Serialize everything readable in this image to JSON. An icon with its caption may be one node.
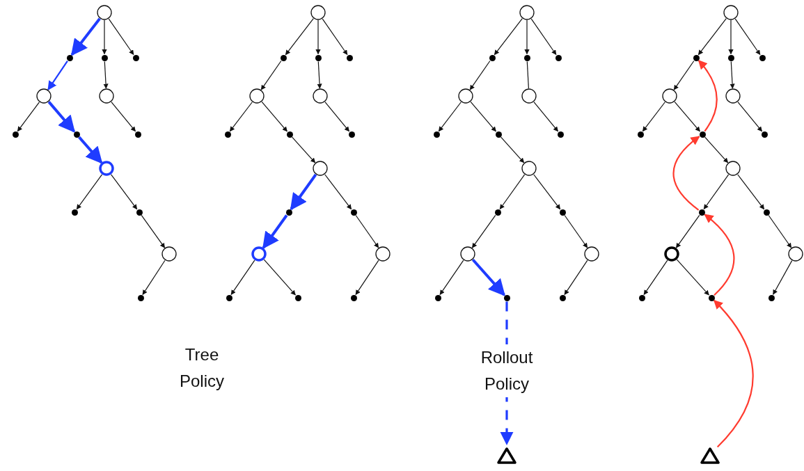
{
  "diagram": {
    "nodes": [
      {
        "text": [],
        "shape": "circle"
      },
      {
        "text": [],
        "shape": "dot"
      },
      {
        "text": [],
        "shape": "dot"
      },
      {
        "text": [],
        "shape": "dot"
      },
      {
        "text": [],
        "shape": "circle"
      },
      {
        "text": [],
        "shape": "circle"
      },
      {
        "text": [],
        "shape": "dot"
      },
      {
        "text": [],
        "shape": "dot"
      },
      {
        "text": [],
        "shape": "dot"
      },
      {
        "text": [],
        "shape": "circle"
      },
      {
        "text": [],
        "shape": "dot"
      },
      {
        "text": [],
        "shape": "dot"
      },
      {
        "text": [],
        "shape": "circle"
      },
      {
        "text": [],
        "shape": "dot"
      },
      {
        "text": [],
        "shape": "circle"
      },
      {
        "text": [],
        "shape": "dot"
      },
      {
        "text": [],
        "shape": "dot"
      },
      {
        "text": [],
        "shape": "dot"
      },
      {
        "text": [],
        "shape": "circle"
      },
      {
        "text": [],
        "shape": "circle"
      },
      {
        "text": [],
        "shape": "dot"
      },
      {
        "text": [],
        "shape": "dot"
      },
      {
        "text": [],
        "shape": "dot"
      },
      {
        "text": [],
        "shape": "circle"
      },
      {
        "text": [],
        "shape": "dot"
      },
      {
        "text": [],
        "shape": "dot"
      },
      {
        "text": [],
        "shape": "circle"
      },
      {
        "text": [],
        "shape": "circle"
      },
      {
        "text": [],
        "shape": "dot"
      },
      {
        "text": [],
        "shape": "dot"
      },
      {
        "text": [],
        "shape": "dot"
      },
      {
        "text": [],
        "shape": "circle"
      },
      {
        "text": [],
        "shape": "dot"
      },
      {
        "text": [],
        "shape": "dot"
      },
      {
        "text": [],
        "shape": "dot"
      },
      {
        "text": [],
        "shape": "circle"
      },
      {
        "text": [],
        "shape": "circle"
      },
      {
        "text": [],
        "shape": "dot"
      },
      {
        "text": [],
        "shape": "dot"
      },
      {
        "text": [],
        "shape": "dot"
      },
      {
        "text": [],
        "shape": "circle"
      },
      {
        "text": [],
        "shape": "dot"
      },
      {
        "text": [],
        "shape": "dot"
      },
      {
        "text": [],
        "shape": "circle"
      },
      {
        "text": [],
        "shape": "circle"
      },
      {
        "text": [],
        "shape": "dot"
      },
      {
        "text": [],
        "shape": "dot"
      },
      {
        "text": [],
        "shape": "dot"
      },
      {
        "text": [],
        "shape": "triangle"
      },
      {
        "text": [],
        "shape": "circle"
      },
      {
        "text": [],
        "shape": "dot"
      },
      {
        "text": [],
        "shape": "dot"
      },
      {
        "text": [],
        "shape": "dot"
      },
      {
        "text": [],
        "shape": "circle"
      },
      {
        "text": [],
        "shape": "circle"
      },
      {
        "text": [],
        "shape": "dot"
      },
      {
        "text": [],
        "shape": "dot"
      },
      {
        "text": [],
        "shape": "dot"
      },
      {
        "text": [],
        "shape": "circle"
      },
      {
        "text": [],
        "shape": "dot"
      },
      {
        "text": [],
        "shape": "dot"
      },
      {
        "text": [],
        "shape": "circle"
      },
      {
        "text": [],
        "shape": "circle"
      },
      {
        "text": [],
        "shape": "dot"
      },
      {
        "text": [],
        "shape": "dot"
      },
      {
        "text": [],
        "shape": "dot"
      },
      {
        "text": [],
        "shape": "triangle"
      }
    ],
    "edges": [
      {
        "from": 0,
        "to": 1,
        "arrow": "to",
        "style": "thick",
        "color": "#1f3cff"
      },
      {
        "from": 0,
        "to": 2,
        "arrow": "to"
      },
      {
        "from": 0,
        "to": 3,
        "arrow": "to"
      },
      {
        "from": 1,
        "to": 4,
        "arrow": "to",
        "color": "#1f3cff"
      },
      {
        "from": 2,
        "to": 5,
        "arrow": "to"
      },
      {
        "from": 4,
        "to": 6,
        "arrow": "to"
      },
      {
        "from": 4,
        "to": 7,
        "arrow": "to",
        "style": "thick",
        "color": "#1f3cff"
      },
      {
        "from": 5,
        "to": 8,
        "arrow": "to"
      },
      {
        "from": 7,
        "to": 9,
        "arrow": "to",
        "style": "thick",
        "color": "#1f3cff"
      },
      {
        "from": 9,
        "to": 10,
        "arrow": "to"
      },
      {
        "from": 9,
        "to": 11,
        "arrow": "to"
      },
      {
        "from": 11,
        "to": 12,
        "arrow": "to"
      },
      {
        "from": 12,
        "to": 13,
        "arrow": "to"
      },
      {
        "from": 14,
        "to": 15,
        "arrow": "to"
      },
      {
        "from": 14,
        "to": 16,
        "arrow": "to"
      },
      {
        "from": 14,
        "to": 17,
        "arrow": "to"
      },
      {
        "from": 15,
        "to": 18,
        "arrow": "to"
      },
      {
        "from": 16,
        "to": 19,
        "arrow": "to"
      },
      {
        "from": 18,
        "to": 20,
        "arrow": "to"
      },
      {
        "from": 18,
        "to": 21,
        "arrow": "to"
      },
      {
        "from": 19,
        "to": 22,
        "arrow": "to"
      },
      {
        "from": 21,
        "to": 23,
        "arrow": "to"
      },
      {
        "from": 23,
        "to": 24,
        "arrow": "to",
        "style": "thick",
        "color": "#1f3cff"
      },
      {
        "from": 23,
        "to": 25,
        "arrow": "to"
      },
      {
        "from": 24,
        "to": 26,
        "arrow": "to",
        "style": "thick",
        "color": "#1f3cff"
      },
      {
        "from": 25,
        "to": 27,
        "arrow": "to"
      },
      {
        "from": 26,
        "to": 28,
        "arrow": "to"
      },
      {
        "from": 26,
        "to": 29,
        "arrow": "to"
      },
      {
        "from": 27,
        "to": 30,
        "arrow": "to"
      },
      {
        "from": 31,
        "to": 32,
        "arrow": "to"
      },
      {
        "from": 31,
        "to": 33,
        "arrow": "to"
      },
      {
        "from": 31,
        "to": 34,
        "arrow": "to"
      },
      {
        "from": 32,
        "to": 35,
        "arrow": "to"
      },
      {
        "from": 33,
        "to": 36,
        "arrow": "none"
      },
      {
        "from": 35,
        "to": 37,
        "arrow": "to"
      },
      {
        "from": 35,
        "to": 38,
        "arrow": "to"
      },
      {
        "from": 36,
        "to": 39,
        "arrow": "to"
      },
      {
        "from": 38,
        "to": 40,
        "arrow": "to"
      },
      {
        "from": 40,
        "to": 41,
        "arrow": "to"
      },
      {
        "from": 40,
        "to": 42,
        "arrow": "to"
      },
      {
        "from": 41,
        "to": 43,
        "arrow": "to"
      },
      {
        "from": 42,
        "to": 44,
        "arrow": "to"
      },
      {
        "from": 43,
        "to": 45,
        "arrow": "to"
      },
      {
        "from": 43,
        "to": 46,
        "arrow": "to",
        "style": "thick",
        "color": "#1f3cff"
      },
      {
        "from": 44,
        "to": 47,
        "arrow": "to"
      },
      {
        "from": 46,
        "to": 48,
        "arrow": "to",
        "style": "dashed",
        "color": "#1f3cff",
        "label": "Rollout Policy"
      },
      {
        "from": 49,
        "to": 50,
        "arrow": "to"
      },
      {
        "from": 49,
        "to": 51,
        "arrow": "to"
      },
      {
        "from": 49,
        "to": 52,
        "arrow": "to"
      },
      {
        "from": 50,
        "to": 53,
        "arrow": "to"
      },
      {
        "from": 51,
        "to": 54,
        "arrow": "to"
      },
      {
        "from": 53,
        "to": 55,
        "arrow": "to"
      },
      {
        "from": 53,
        "to": 56,
        "arrow": "to"
      },
      {
        "from": 54,
        "to": 57,
        "arrow": "to"
      },
      {
        "from": 56,
        "to": 58,
        "arrow": "to"
      },
      {
        "from": 58,
        "to": 59,
        "arrow": "to"
      },
      {
        "from": 58,
        "to": 60,
        "arrow": "to"
      },
      {
        "from": 59,
        "to": 61,
        "arrow": "to"
      },
      {
        "from": 60,
        "to": 62,
        "arrow": "to"
      },
      {
        "from": 61,
        "to": 63,
        "arrow": "to"
      },
      {
        "from": 61,
        "to": 64,
        "arrow": "to"
      },
      {
        "from": 62,
        "to": 65,
        "arrow": "to"
      },
      {
        "from": 66,
        "to": 64,
        "arrow": "to",
        "color": "#ff3b2f"
      },
      {
        "from": 64,
        "to": 59,
        "arrow": "to",
        "color": "#ff3b2f"
      },
      {
        "from": 59,
        "to": 56,
        "arrow": "to",
        "color": "#ff3b2f"
      },
      {
        "from": 56,
        "to": 50,
        "arrow": "to",
        "color": "#ff3b2f"
      }
    ],
    "labels": [
      "Tree Policy"
    ]
  }
}
